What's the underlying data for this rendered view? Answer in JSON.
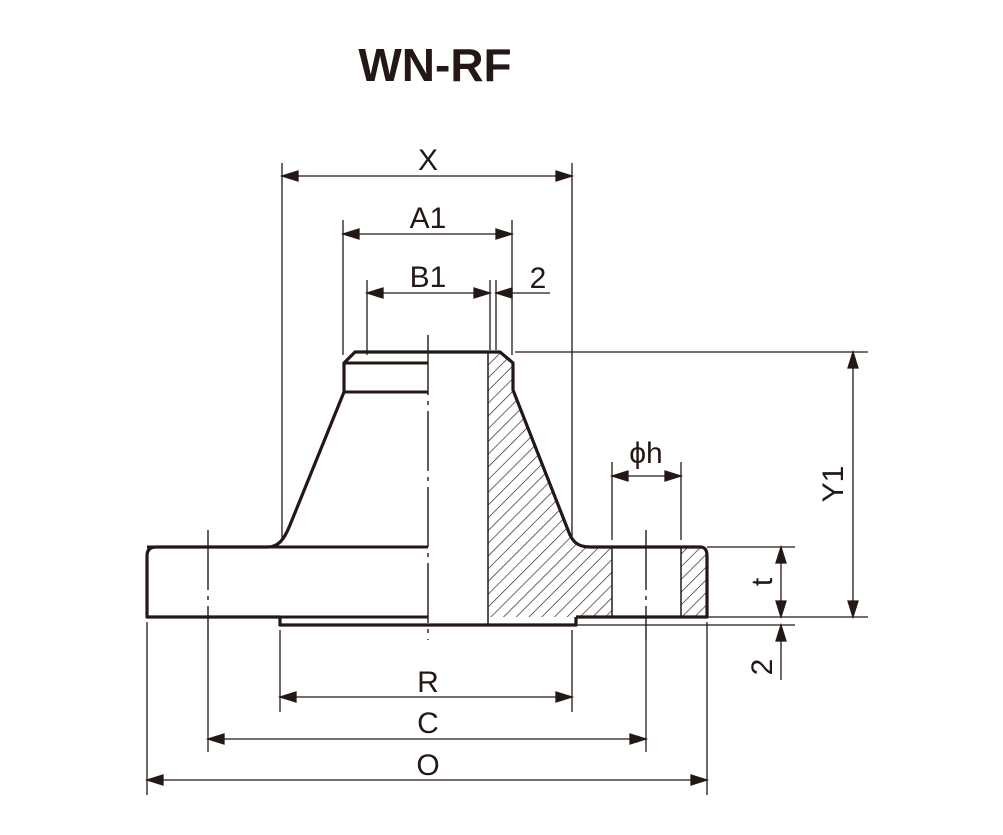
{
  "diagram": {
    "title": "WN-RF",
    "colors": {
      "ink": "#231815",
      "background": "#ffffff"
    },
    "dimensions": {
      "X": "X",
      "A1": "A1",
      "B1": "B1",
      "top_chamfer": "2",
      "hole": "ϕh",
      "Y1": "Y1",
      "t": "t",
      "raised_face": "2",
      "R": "R",
      "C": "C",
      "O": "O"
    }
  }
}
